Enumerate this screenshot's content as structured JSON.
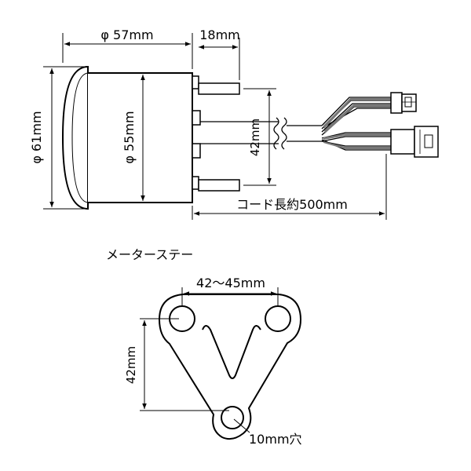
{
  "gauge": {
    "width_label": "φ 57mm",
    "depth_label": "18mm",
    "outer_diameter_label": "φ 61mm",
    "body_diameter_label": "φ 55mm",
    "stud_spacing_label": "42mm",
    "cord_length_label": "コード長約500mm"
  },
  "bracket": {
    "title": "メーターステー",
    "hole_spacing_label": "42～45mm",
    "height_label": "42mm",
    "hole_label": "10mm穴"
  }
}
